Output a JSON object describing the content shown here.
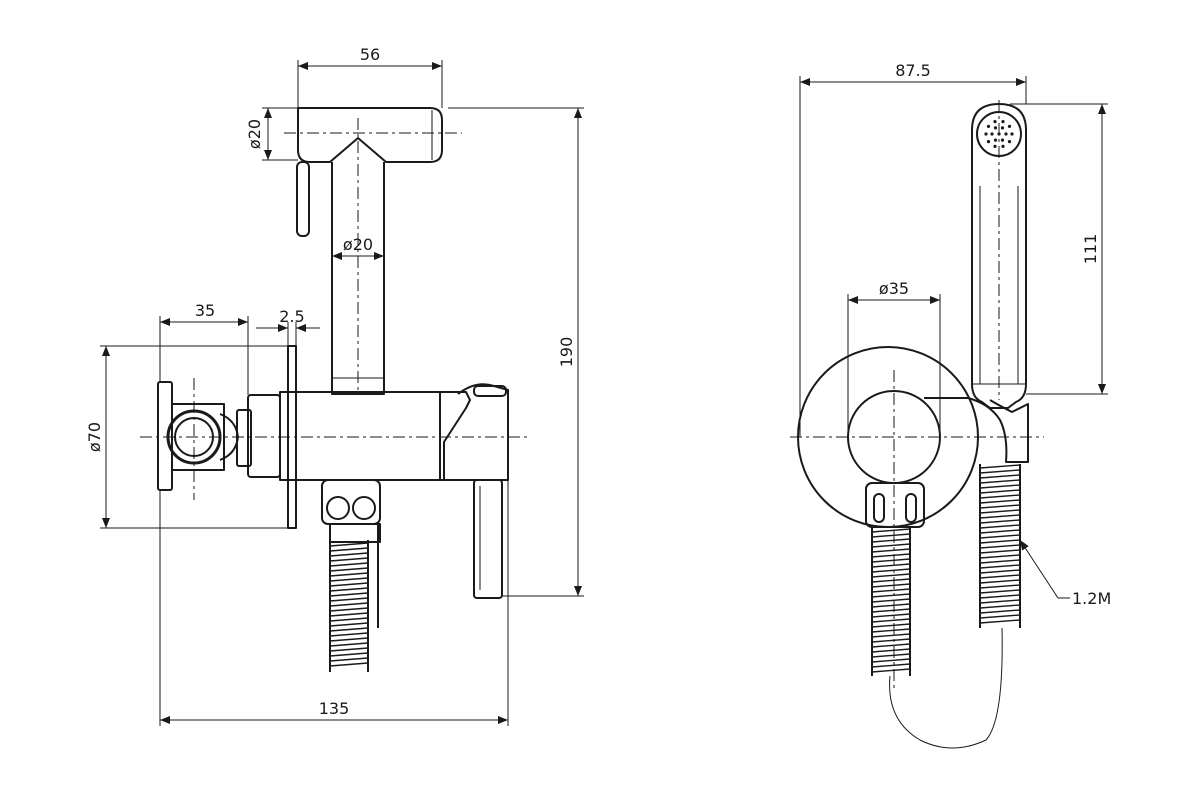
{
  "dimensions": {
    "side_view": {
      "width_top": "56",
      "dia_handle": "ø20",
      "dia_stem": "ø20",
      "height_total": "190",
      "flange_depth": "35",
      "plate": "2.5",
      "dia_flange": "ø70",
      "length_total": "135"
    },
    "front_view": {
      "width_total": "87.5",
      "dia_body": "ø35",
      "height_handset": "111",
      "hose_length": "1.2M"
    }
  }
}
